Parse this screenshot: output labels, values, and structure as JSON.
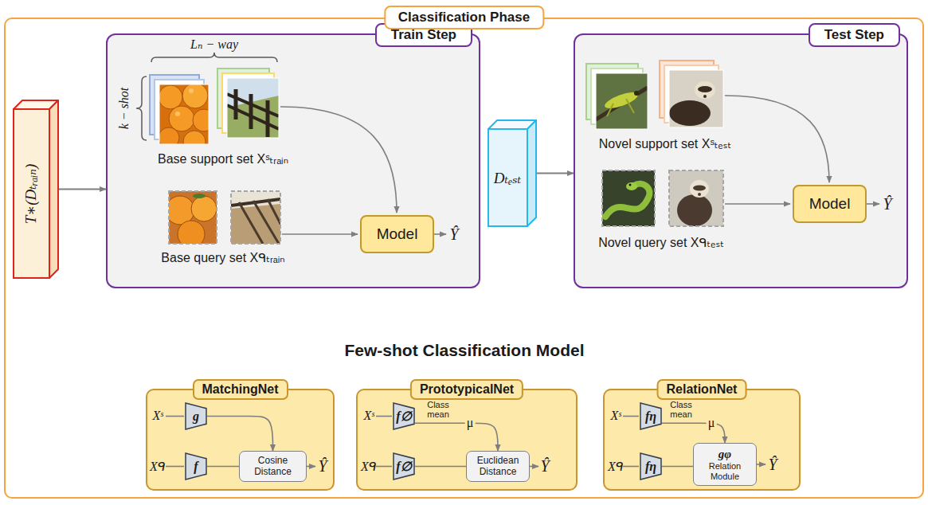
{
  "diagram": {
    "nodes": [
      {
        "text": [
          "Classification Phase"
        ]
      },
      {
        "text": [
          "T∗(Dₜᵣₐᵢₙ)"
        ],
        "in": 0
      },
      {
        "text": [
          "Train Step"
        ],
        "in": 0
      },
      {
        "text": [
          "Model"
        ],
        "in": 2
      },
      {
        "text": [
          "Dₜₑₛₜ"
        ],
        "in": 0
      },
      {
        "text": [
          "Test Step"
        ],
        "in": 0
      },
      {
        "text": [
          "Model"
        ],
        "in": 5
      },
      {
        "text": [
          "MatchingNet"
        ],
        "in": 0
      },
      {
        "text": [
          "g"
        ],
        "in": 7
      },
      {
        "text": [
          "f"
        ],
        "in": 7
      },
      {
        "text": [
          "Cosine Distance"
        ],
        "in": 7
      },
      {
        "text": [
          "PrototypicalNet"
        ],
        "in": 0
      },
      {
        "text": [
          "f∅"
        ],
        "in": 11
      },
      {
        "text": [
          "f∅"
        ],
        "in": 11
      },
      {
        "text": [
          "Euclidean Distance"
        ],
        "in": 11
      },
      {
        "text": [
          "RelationNet"
        ],
        "in": 0
      },
      {
        "text": [
          "fη"
        ],
        "in": 15
      },
      {
        "text": [
          "fη"
        ],
        "in": 15
      },
      {
        "text": [
          "gφ",
          "Relation Module"
        ],
        "in": 15
      }
    ],
    "edges": [
      {
        "from": 1,
        "to": 2,
        "arrow": "to"
      },
      {
        "from": 4,
        "to": 5,
        "arrow": "to"
      },
      {
        "from": 8,
        "to": 10,
        "arrow": "to"
      },
      {
        "from": 9,
        "to": 10,
        "arrow": "none"
      },
      {
        "from": 12,
        "to": 14,
        "arrow": "to"
      },
      {
        "from": 13,
        "to": 14,
        "arrow": "none"
      },
      {
        "from": 16,
        "to": 18,
        "arrow": "to"
      },
      {
        "from": 17,
        "to": 18,
        "arrow": "none"
      }
    ],
    "labels": [
      "Lₙ − way",
      "k − shot",
      "Base support set Xˢₜᵣₐᵢₙ",
      "Base query set Xᑫₜᵣₐᵢₙ",
      "Ŷ",
      "Novel support set Xˢₜₑₛₜ",
      "Novel query set Xᑫₜₑₛₜ",
      "Ŷ",
      "Few-shot Classification Model",
      "Xˢ",
      "Xᑫ",
      "Ŷ",
      "Xˢ",
      "Xᑫ",
      "Class mean",
      "μ",
      "Ŷ",
      "Xˢ",
      "Xᑫ",
      "Class mean",
      "μ",
      "Ŷ"
    ]
  }
}
